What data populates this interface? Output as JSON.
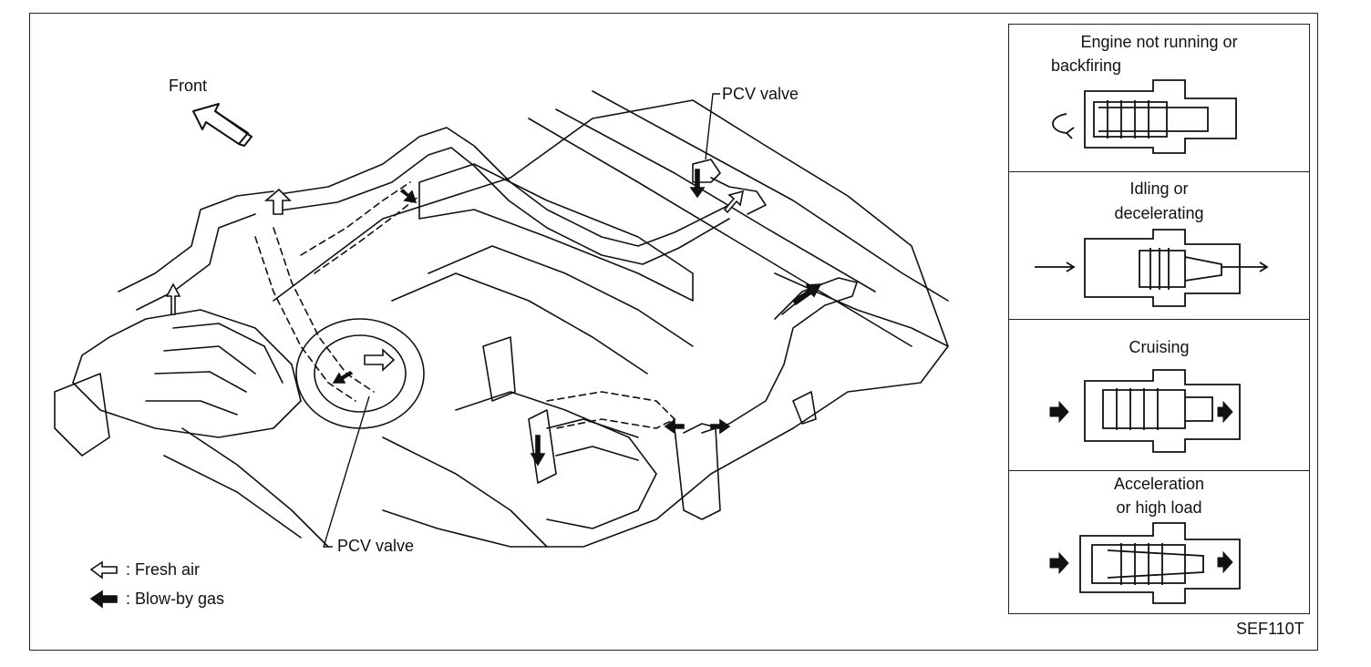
{
  "diagram": {
    "front_label": "Front",
    "pcv_valve_top": "PCV valve",
    "pcv_valve_bottom": "PCV valve",
    "legend": {
      "fresh_air": ": Fresh air",
      "blow_by_gas": ": Blow-by gas"
    },
    "figure_code": "SEF110T"
  },
  "modes": [
    {
      "title_line1": "Engine not running or",
      "title_line2": "backfiring"
    },
    {
      "title_line1": "Idling or",
      "title_line2": "decelerating"
    },
    {
      "title_line1": "Cruising",
      "title_line2": ""
    },
    {
      "title_line1": "Acceleration",
      "title_line2": "or high load"
    }
  ]
}
